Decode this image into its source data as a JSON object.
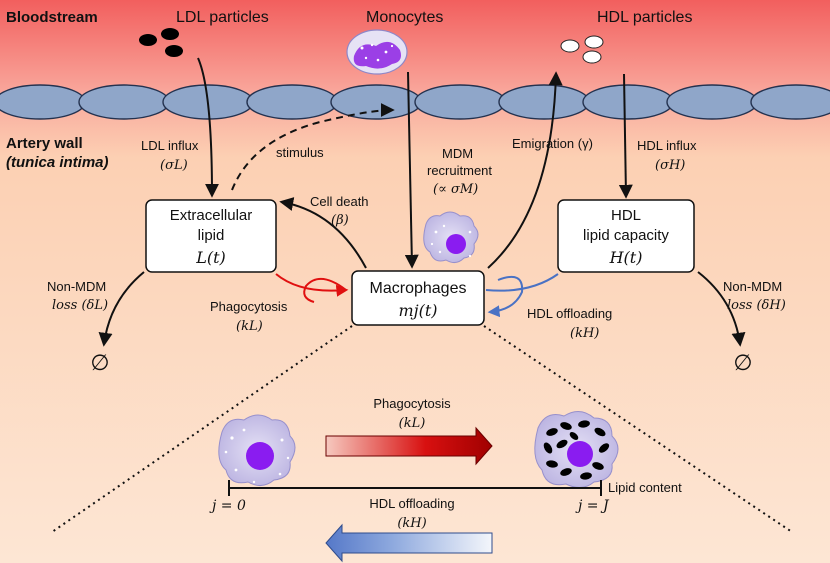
{
  "header": {
    "bloodstream": "Bloodstream",
    "ldl_particles": "LDL particles",
    "monocytes": "Monocytes",
    "hdl_particles": "HDL particles"
  },
  "wall": {
    "title": "Artery wall",
    "subtitle": "(tunica intima)"
  },
  "flows": {
    "ldl_influx": "LDL influx",
    "ldl_influx_sym": "(σL)",
    "stimulus": "stimulus",
    "mdm_recruitment_1": "MDM",
    "mdm_recruitment_2": "recruitment",
    "mdm_recruitment_sym": "(∝ σM)",
    "emigration": "Emigration (γ)",
    "hdl_influx": "HDL influx",
    "hdl_influx_sym": "(σH)",
    "cell_death": "Cell death",
    "cell_death_sym": "(β)",
    "phagocytosis": "Phagocytosis",
    "phagocytosis_sym": "(kL)",
    "hdl_offloading": "HDL offloading",
    "hdl_offloading_sym": "(kH)",
    "non_mdm_loss_1": "Non-MDM",
    "non_mdm_loss_L": "loss (δL)",
    "non_mdm_loss_H": "loss (δH)",
    "empty_set": "∅"
  },
  "boxes": {
    "lipid_1": "Extracellular",
    "lipid_2": "lipid",
    "lipid_sym": "L(t)",
    "macro_1": "Macrophages",
    "macro_sym": "mj(t)",
    "hdl_1": "HDL",
    "hdl_2": "lipid capacity",
    "hdl_sym": "H(t)"
  },
  "inset": {
    "phagocytosis": "Phagocytosis",
    "phagocytosis_sym": "(kL)",
    "j0": "j = 0",
    "jJ": "j = J",
    "lipid_content": "Lipid content",
    "hdl_offloading": "HDL offloading",
    "hdl_offloading_sym": "(kH)"
  },
  "colors": {
    "phagocytosis_arrow": "#e01010",
    "offloading_arrow": "#4a72c4",
    "cell_body": "#c9c3ea",
    "nucleus": "#8a1cf0"
  }
}
